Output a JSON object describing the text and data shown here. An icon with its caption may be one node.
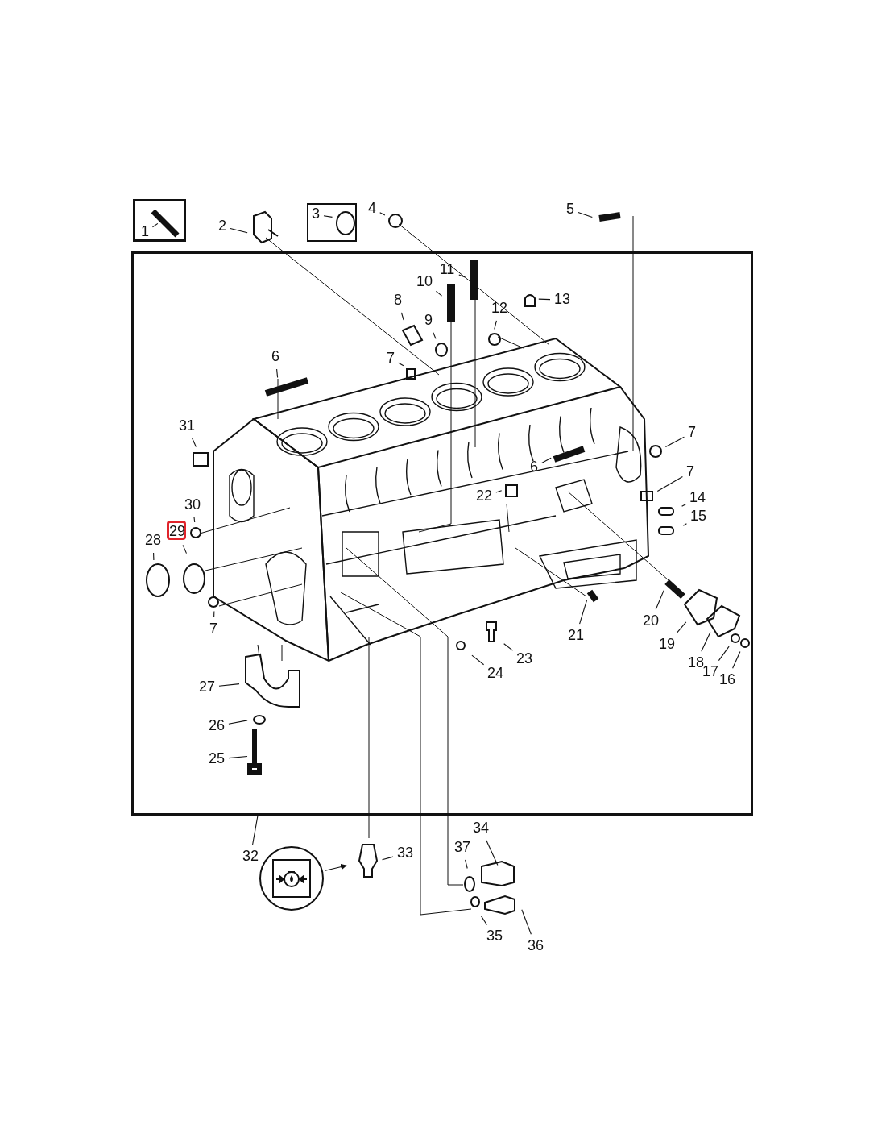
{
  "diagram": {
    "nodes": [
      {
        "text": [],
        "shape": "box"
      },
      {
        "text": [
          "1"
        ],
        "in": 0
      },
      {
        "text": [
          "2"
        ]
      },
      {
        "text": [],
        "shape": "box"
      },
      {
        "text": [
          "3"
        ],
        "in": 3
      },
      {
        "text": [
          "4"
        ]
      },
      {
        "text": [
          "5"
        ]
      },
      {
        "text": [],
        "shape": "box"
      },
      {
        "text": [
          "11"
        ],
        "in": 7
      },
      {
        "text": [
          "10"
        ],
        "in": 7
      },
      {
        "text": [
          "13"
        ],
        "in": 7
      },
      {
        "text": [
          "8"
        ],
        "in": 7
      },
      {
        "text": [
          "12"
        ],
        "in": 7
      },
      {
        "text": [
          "9"
        ],
        "in": 7
      },
      {
        "text": [
          "6"
        ],
        "in": 7
      },
      {
        "text": [
          "7"
        ],
        "in": 7
      },
      {
        "text": [
          "31"
        ],
        "in": 7
      },
      {
        "text": [
          "7"
        ],
        "in": 7
      },
      {
        "text": [
          "6"
        ],
        "in": 7
      },
      {
        "text": [
          "7"
        ],
        "in": 7
      },
      {
        "text": [
          "22"
        ],
        "in": 7
      },
      {
        "text": [
          "14"
        ],
        "in": 7
      },
      {
        "text": [
          "30"
        ],
        "in": 7
      },
      {
        "text": [
          "15"
        ],
        "in": 7
      },
      {
        "text": [
          "29"
        ],
        "in": 7
      },
      {
        "text": [
          "28"
        ],
        "in": 7
      },
      {
        "text": [
          "7"
        ],
        "in": 7
      },
      {
        "text": [
          "20"
        ],
        "in": 7
      },
      {
        "text": [
          "21"
        ],
        "in": 7
      },
      {
        "text": [
          "19"
        ],
        "in": 7
      },
      {
        "text": [
          "23"
        ],
        "in": 7
      },
      {
        "text": [
          "18"
        ],
        "in": 7
      },
      {
        "text": [
          "24"
        ],
        "in": 7
      },
      {
        "text": [
          "17"
        ],
        "in": 7
      },
      {
        "text": [
          "16"
        ],
        "in": 7
      },
      {
        "text": [
          "27"
        ],
        "in": 7
      },
      {
        "text": [
          "26"
        ],
        "in": 7
      },
      {
        "text": [
          "25"
        ],
        "in": 7
      },
      {
        "text": [
          "32"
        ]
      },
      {
        "text": [],
        "shape": "circle"
      },
      {
        "text": [
          "34"
        ]
      },
      {
        "text": [
          "37"
        ]
      },
      {
        "text": [
          "33"
        ]
      },
      {
        "text": [
          "35"
        ]
      },
      {
        "text": [
          "36"
        ]
      }
    ],
    "edges": [
      {
        "from": 1,
        "to": null,
        "arrow": "none"
      },
      {
        "from": 2,
        "to": null,
        "arrow": "none"
      },
      {
        "from": 4,
        "to": null,
        "arrow": "none"
      },
      {
        "from": 5,
        "to": null,
        "arrow": "none"
      },
      {
        "from": 6,
        "to": null,
        "arrow": "none"
      },
      {
        "from": 8,
        "to": null,
        "arrow": "none"
      },
      {
        "from": 9,
        "to": null,
        "arrow": "none"
      },
      {
        "from": 10,
        "to": null,
        "arrow": "none"
      },
      {
        "from": 11,
        "to": null,
        "arrow": "none"
      },
      {
        "from": 12,
        "to": null,
        "arrow": "none"
      },
      {
        "from": 13,
        "to": null,
        "arrow": "none"
      },
      {
        "from": 14,
        "to": null,
        "arrow": "none"
      },
      {
        "from": 15,
        "to": null,
        "arrow": "none"
      },
      {
        "from": 16,
        "to": null,
        "arrow": "none"
      },
      {
        "from": 17,
        "to": null,
        "arrow": "none"
      },
      {
        "from": 18,
        "to": null,
        "arrow": "none"
      },
      {
        "from": 19,
        "to": null,
        "arrow": "none"
      },
      {
        "from": 20,
        "to": null,
        "arrow": "none"
      },
      {
        "from": 21,
        "to": null,
        "arrow": "none"
      },
      {
        "from": 22,
        "to": null,
        "arrow": "none"
      },
      {
        "from": 23,
        "to": null,
        "arrow": "none"
      },
      {
        "from": 24,
        "to": null,
        "arrow": "none"
      },
      {
        "from": 25,
        "to": null,
        "arrow": "none"
      },
      {
        "from": 26,
        "to": null,
        "arrow": "none"
      },
      {
        "from": 27,
        "to": null,
        "arrow": "none"
      },
      {
        "from": 28,
        "to": null,
        "arrow": "none"
      },
      {
        "from": 29,
        "to": null,
        "arrow": "none"
      },
      {
        "from": 30,
        "to": null,
        "arrow": "none"
      },
      {
        "from": 31,
        "to": null,
        "arrow": "none"
      },
      {
        "from": 32,
        "to": null,
        "arrow": "none"
      },
      {
        "from": 33,
        "to": null,
        "arrow": "none"
      },
      {
        "from": 34,
        "to": null,
        "arrow": "none"
      },
      {
        "from": 35,
        "to": null,
        "arrow": "none"
      },
      {
        "from": 36,
        "to": null,
        "arrow": "none"
      },
      {
        "from": 37,
        "to": null,
        "arrow": "none"
      },
      {
        "from": 38,
        "to": 7,
        "arrow": "none"
      },
      {
        "from": 39,
        "to": null,
        "arrow": "to"
      },
      {
        "from": 40,
        "to": null,
        "arrow": "none"
      },
      {
        "from": 41,
        "to": null,
        "arrow": "none"
      },
      {
        "from": 42,
        "to": null,
        "arrow": "none"
      },
      {
        "from": 43,
        "to": null,
        "arrow": "none"
      },
      {
        "from": 44,
        "to": null,
        "arrow": "none"
      }
    ]
  }
}
